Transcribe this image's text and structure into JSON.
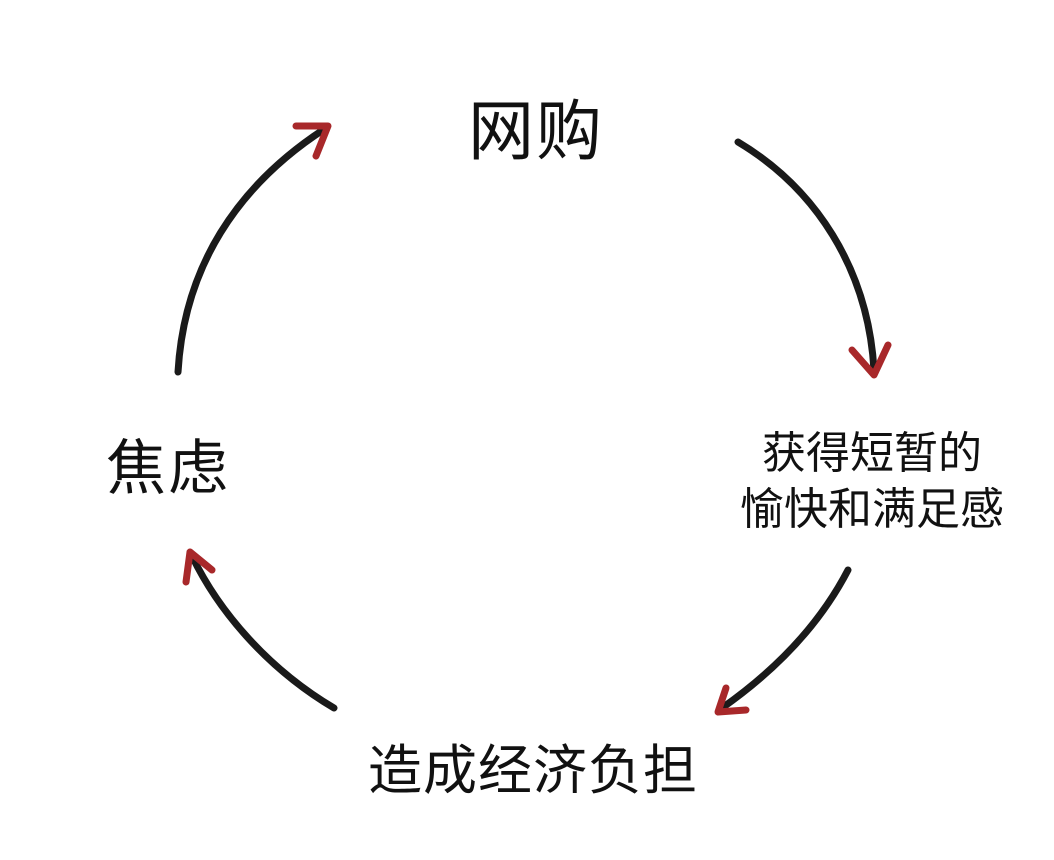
{
  "nodes": {
    "top": "网购",
    "right_line1": "获得短暂的",
    "right_line2": "愉快和满足感",
    "bottom": "造成经济负担",
    "left": "焦虑"
  },
  "colors": {
    "arrow_shaft": "#1a1a1a",
    "arrow_head": "#a8282a",
    "text": "#111111",
    "background": "#ffffff"
  },
  "arrows": [
    {
      "from": "top",
      "to": "right"
    },
    {
      "from": "right",
      "to": "bottom"
    },
    {
      "from": "bottom",
      "to": "left"
    },
    {
      "from": "left",
      "to": "top"
    }
  ]
}
